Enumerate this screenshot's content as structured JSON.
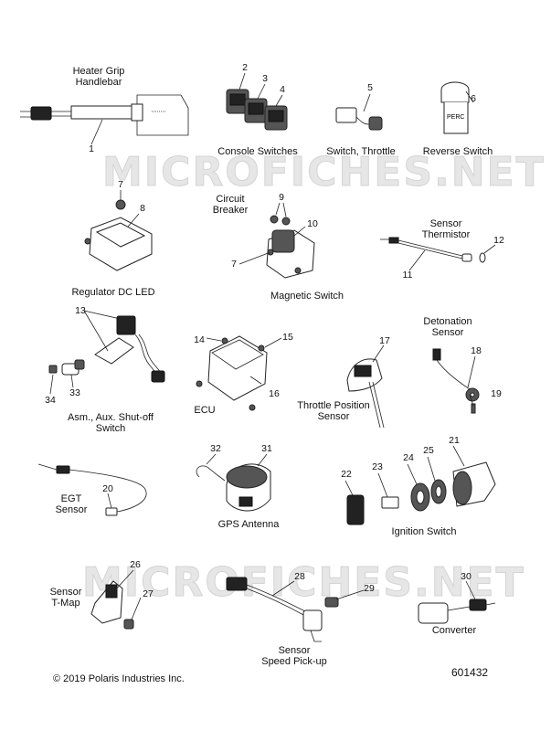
{
  "labels": {
    "heater_grip": "Heater Grip\nHandlebar",
    "console_switches": "Console Switches",
    "switch_throttle": "Switch, Throttle",
    "reverse_switch": "Reverse Switch",
    "circuit_breaker": "Circuit\nBreaker",
    "sensor_thermistor": "Sensor\nThermistor",
    "regulator": "Regulator DC LED",
    "magnetic_switch": "Magnetic Switch",
    "detonation_sensor": "Detonation\nSensor",
    "shutoff_switch": "Asm., Aux. Shut-off\nSwitch",
    "ecu": "ECU",
    "throttle_position": "Throttle Position\nSensor",
    "egt_sensor": "EGT\nSensor",
    "gps_antenna": "GPS Antenna",
    "ignition_switch": "Ignition Switch",
    "sensor_tmap": "Sensor\nT-Map",
    "speed_pickup": "Sensor\nSpeed Pick-up",
    "converter": "Converter"
  },
  "callouts": [
    "1",
    "2",
    "3",
    "4",
    "5",
    "6",
    "7",
    "8",
    "9",
    "10",
    "11",
    "12",
    "13",
    "14",
    "15",
    "16",
    "17",
    "18",
    "19",
    "20",
    "21",
    "22",
    "23",
    "24",
    "25",
    "26",
    "27",
    "28",
    "29",
    "30",
    "31",
    "32",
    "33",
    "34",
    "7"
  ],
  "reverse_switch_marking": "PERC",
  "watermark": "MICROFICHES.NET",
  "copyright": "© 2019 Polaris Industries Inc.",
  "diagram_number": "601432"
}
